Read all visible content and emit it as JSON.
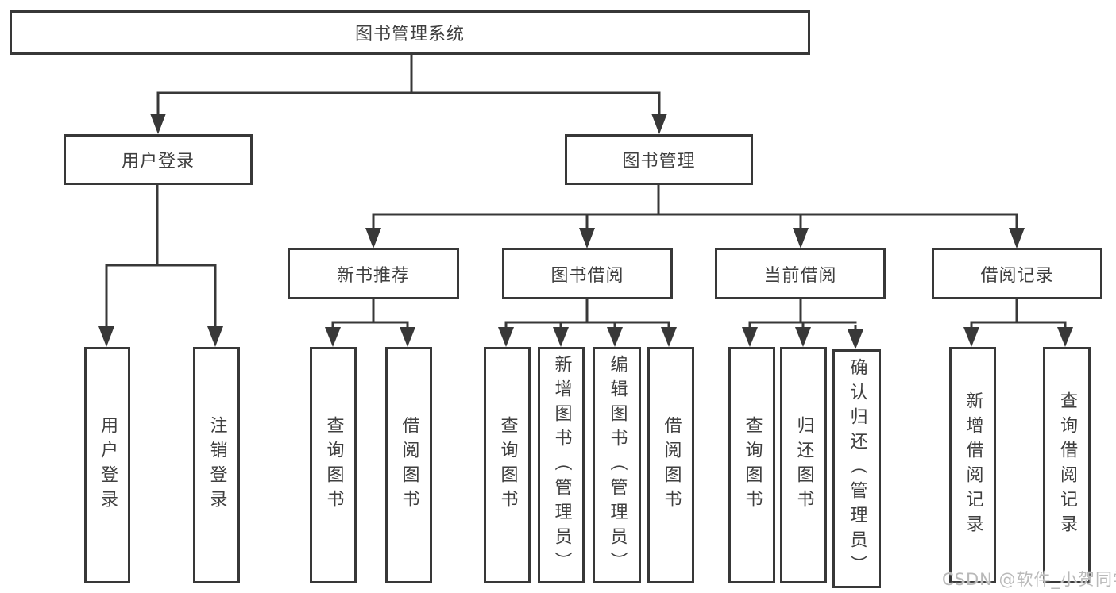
{
  "diagram_title": "图书管理系统",
  "colors": {
    "line": "#383838",
    "box_border": "#383838",
    "text": "#3f3f3f",
    "watermark": "#b9b9b9",
    "background": "#ffffff"
  },
  "nodes": {
    "root": "图书管理系统",
    "level2": [
      "用户登录",
      "图书管理"
    ],
    "level3": [
      "新书推荐",
      "图书借阅",
      "当前借阅",
      "借阅记录"
    ],
    "login_children": [
      "用户登录",
      "注销登录"
    ],
    "newbook_children": [
      "查询图书",
      "借阅图书"
    ],
    "borrow_children": [
      "查询图书",
      "新增图书（管理员）",
      "编辑图书（管理员）",
      "借阅图书"
    ],
    "current_children": [
      "查询图书",
      "归还图书",
      "确认归还（管理员）"
    ],
    "record_children": [
      "新增借阅记录",
      "查询借阅记录"
    ]
  },
  "watermark": "CSDN @软件_小贺同学"
}
